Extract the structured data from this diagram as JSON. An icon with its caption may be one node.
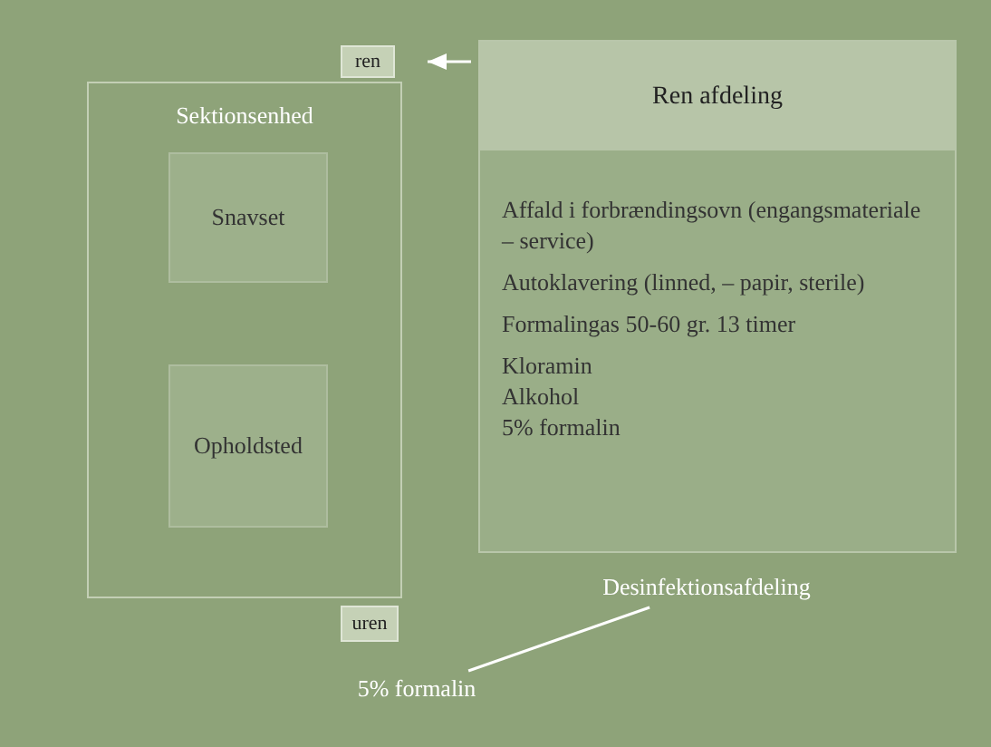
{
  "diagram": {
    "nodes": [
      {
        "text": [
          "ren"
        ]
      },
      {
        "text": [
          "Sektionsenhed"
        ]
      },
      {
        "text": [
          "Snavset"
        ],
        "in": 1
      },
      {
        "text": [
          "Opholdsted"
        ],
        "in": 1
      },
      {
        "text": [
          "uren"
        ]
      },
      {
        "text": [
          "Ren afdeling",
          "Affald i forbrændingsovn (engangsmateriale – service)",
          "Autoklavering (linned, – papir, sterile)",
          "Formalingas 50-60 gr. 13 timer",
          "Kloramin",
          "Alkohol",
          "5% formalin"
        ]
      },
      {
        "text": [
          "Desinfektionsafdeling"
        ]
      },
      {
        "text": [
          "5% formalin"
        ]
      }
    ],
    "edges": [
      {
        "from": 5,
        "to": 0,
        "arrow": "to"
      },
      {
        "from": 7,
        "to": 6,
        "arrow": "none"
      }
    ]
  }
}
